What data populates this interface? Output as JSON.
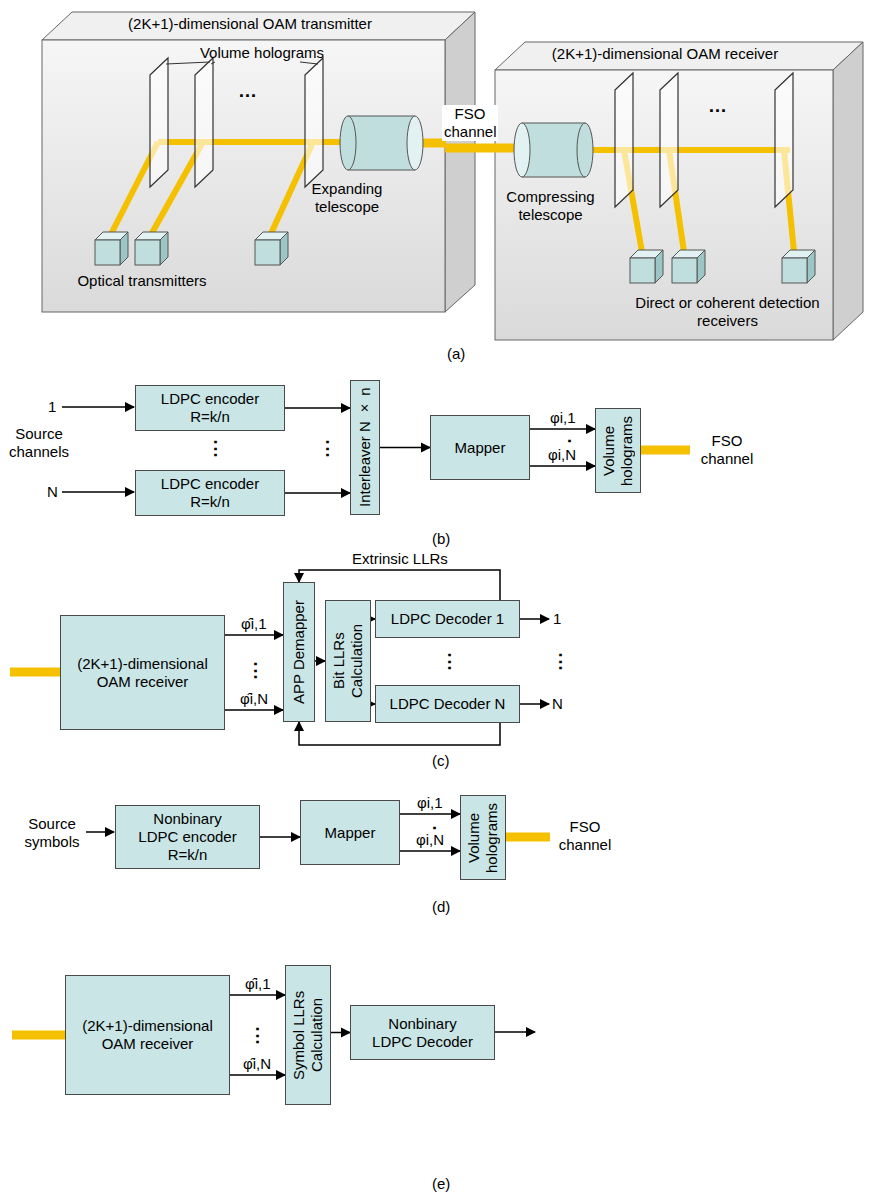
{
  "diagram": {
    "nodes": [
      {
        "text": [
          "(2K+1)-dimensional OAM transmitter",
          "Volume holograms",
          "Optical transmitters",
          "Expanding telescope"
        ]
      },
      {
        "text": [
          "(2K+1)-dimensional OAM receiver",
          "Compressing telescope",
          "Direct or coherent detection receivers"
        ]
      },
      {
        "text": [
          "LDPC encoder R=k/n"
        ]
      },
      {
        "text": [
          "LDPC encoder R=k/n"
        ]
      },
      {
        "text": [
          "Interleaver N × n"
        ]
      },
      {
        "text": [
          "Mapper"
        ]
      },
      {
        "text": [
          "Volume holograms"
        ]
      },
      {
        "text": [
          "(2K+1)-dimensional OAM receiver"
        ]
      },
      {
        "text": [
          "APP Demapper"
        ]
      },
      {
        "text": [
          "Bit LLRs Calculation"
        ]
      },
      {
        "text": [
          "LDPC Decoder 1"
        ]
      },
      {
        "text": [
          "LDPC Decoder N"
        ]
      },
      {
        "text": [
          "Nonbinary LDPC encoder R=k/n"
        ]
      },
      {
        "text": [
          "Mapper"
        ]
      },
      {
        "text": [
          "Volume holograms"
        ]
      },
      {
        "text": [
          "(2K+1)-dimensional OAM receiver"
        ]
      },
      {
        "text": [
          "Symbol LLRs Calculation"
        ]
      },
      {
        "text": [
          "Nonbinary LDPC Decoder"
        ]
      }
    ],
    "edges": [
      {
        "from": 0,
        "to": 1,
        "arrow": "none",
        "label": "FSO channel"
      },
      {
        "from": 2,
        "to": 4,
        "arrow": "to"
      },
      {
        "from": 3,
        "to": 4,
        "arrow": "to"
      },
      {
        "from": 4,
        "to": 5,
        "arrow": "to"
      },
      {
        "from": 5,
        "to": 6,
        "arrow": "to",
        "label": "φi,1"
      },
      {
        "from": 5,
        "to": 6,
        "arrow": "to",
        "label": "φi,N"
      },
      {
        "from": 7,
        "to": 8,
        "arrow": "to",
        "label": "φ̂i,1"
      },
      {
        "from": 7,
        "to": 8,
        "arrow": "to",
        "label": "φ̂i,N"
      },
      {
        "from": 8,
        "to": 9,
        "arrow": "to"
      },
      {
        "from": 9,
        "to": 10,
        "arrow": "to"
      },
      {
        "from": 9,
        "to": 11,
        "arrow": "to"
      },
      {
        "from": 10,
        "to": 8,
        "arrow": "to",
        "label": "Extrinsic LLRs"
      },
      {
        "from": 11,
        "to": 8,
        "arrow": "to"
      },
      {
        "from": 12,
        "to": 13,
        "arrow": "to"
      },
      {
        "from": 13,
        "to": 14,
        "arrow": "to",
        "label": "φi,1"
      },
      {
        "from": 13,
        "to": 14,
        "arrow": "to",
        "label": "φi,N"
      },
      {
        "from": 15,
        "to": 16,
        "arrow": "to",
        "label": "φ̂i,1"
      },
      {
        "from": 15,
        "to": 16,
        "arrow": "to",
        "label": "φ̂i,N"
      },
      {
        "from": 16,
        "to": 17,
        "arrow": "to"
      }
    ],
    "labels": [
      "…",
      "…",
      "(a)",
      "1",
      "Source channels",
      "⋮",
      "N",
      "⋮",
      "⋮",
      "FSO channel",
      "(b)",
      "⋮",
      "⋮",
      "1",
      "⋮",
      "N",
      "(c)",
      "Source symbols",
      "⋮",
      "FSO channel",
      "(d)",
      "⋮",
      "(e)"
    ]
  }
}
